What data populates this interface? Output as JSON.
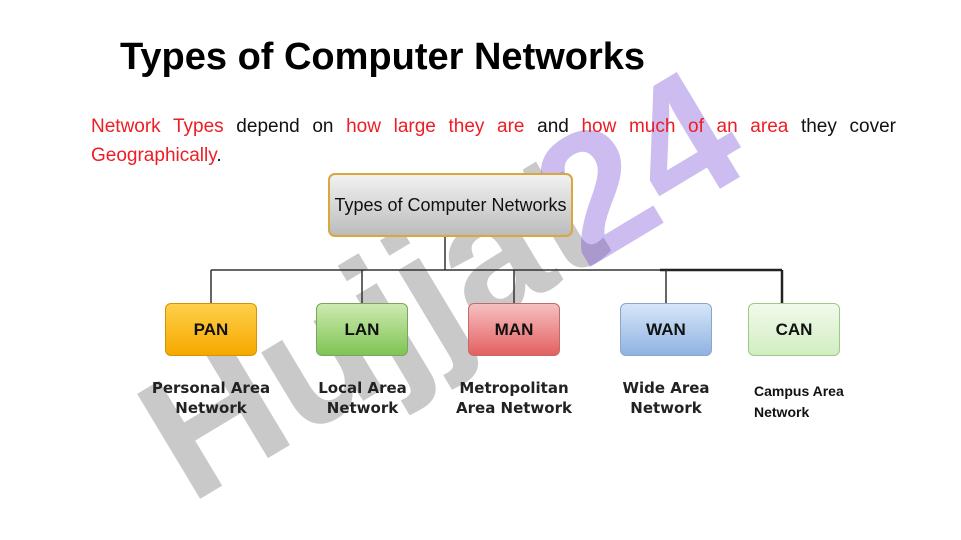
{
  "slide": {
    "title": "Types of Computer Networks",
    "intro": {
      "p1": "Network Types",
      "p2": " depend on ",
      "p3": "how large they are",
      "p4": " and ",
      "p5": "how much of an area",
      "p6": " they cover ",
      "p7": "Geographically",
      "p8": "."
    }
  },
  "diagram": {
    "root": "Types of Computer Networks",
    "nodes": [
      {
        "label": "PAN",
        "full_name": "Personal Area Network",
        "color": "#f9b400"
      },
      {
        "label": "LAN",
        "full_name": "Local Area Network",
        "color": "#8ccc60"
      },
      {
        "label": "MAN",
        "full_name": "Metropolitan Area Network",
        "color": "#e87070"
      },
      {
        "label": "WAN",
        "full_name": "Wide Area Network",
        "color": "#9ab9e4"
      },
      {
        "label": "CAN",
        "full_name": "Campus Area Network",
        "color": "#d8f0c8"
      }
    ]
  },
  "watermark": {
    "text": "Hujjat 24",
    "colors": [
      "#9a9a9a",
      "#6c3fd1"
    ]
  },
  "colors": {
    "accent_red": "#ee1c25",
    "root_border": "#d9a640"
  }
}
